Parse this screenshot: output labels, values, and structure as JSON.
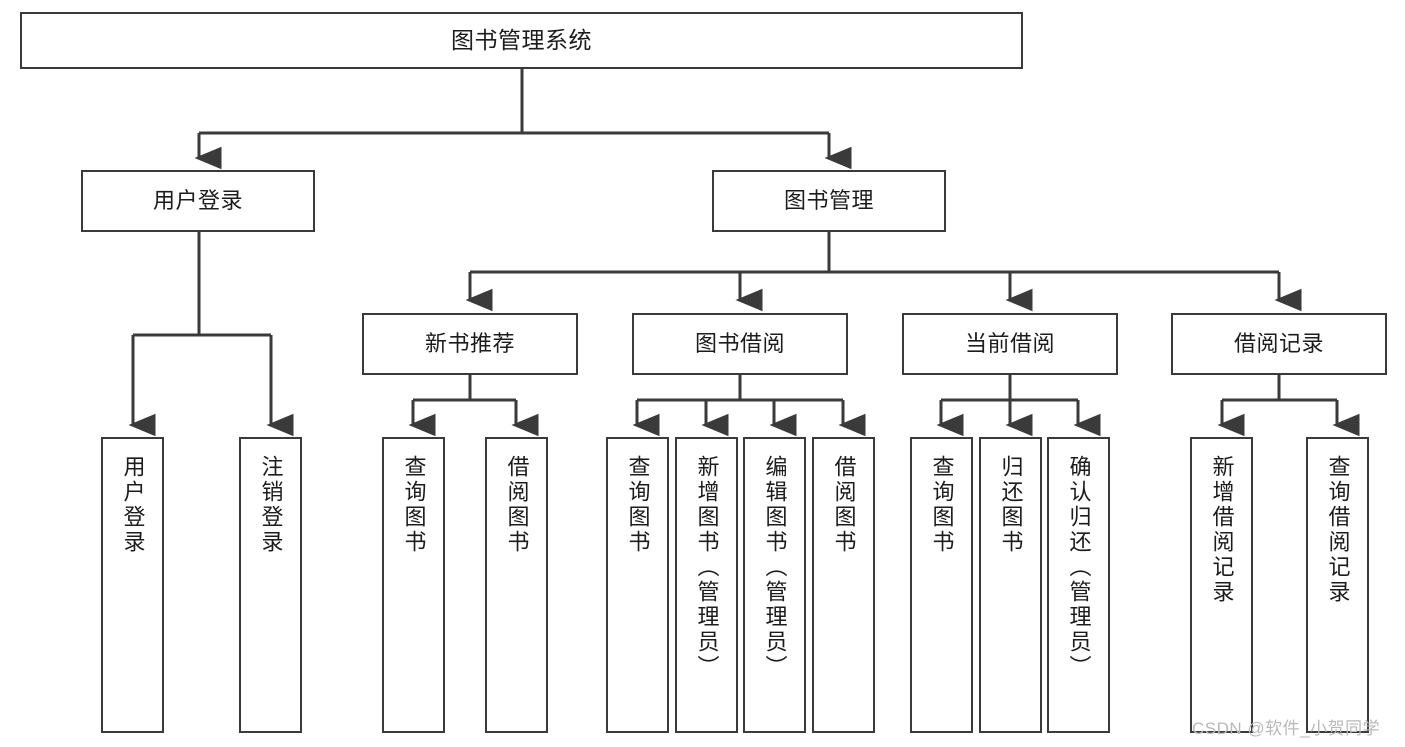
{
  "diagram": {
    "title": "图书管理系统",
    "type": "hierarchy-tree",
    "root": {
      "label": "图书管理系统"
    },
    "level2": [
      {
        "label": "用户登录"
      },
      {
        "label": "图书管理"
      }
    ],
    "level3": [
      {
        "label": "新书推荐"
      },
      {
        "label": "图书借阅"
      },
      {
        "label": "当前借阅"
      },
      {
        "label": "借阅记录"
      }
    ],
    "leaves": {
      "user_login": [
        {
          "label": "用户登录"
        },
        {
          "label": "注销登录"
        }
      ],
      "new_book_recommend": [
        {
          "label": "查询图书"
        },
        {
          "label": "借阅图书"
        }
      ],
      "book_borrow": [
        {
          "label": "查询图书"
        },
        {
          "label": "新增图书（管理员）"
        },
        {
          "label": "编辑图书（管理员）"
        },
        {
          "label": "借阅图书"
        }
      ],
      "current_borrow": [
        {
          "label": "查询图书"
        },
        {
          "label": "归还图书"
        },
        {
          "label": "确认归还（管理员）"
        }
      ],
      "borrow_record": [
        {
          "label": "新增借阅记录"
        },
        {
          "label": "查询借阅记录"
        }
      ]
    },
    "watermark": "CSDN @软件_小贺同学",
    "colors": {
      "stroke": "#3a3a3a",
      "background": "#ffffff",
      "text": "#1c1c1c",
      "watermark": "#b9b9b9"
    }
  }
}
